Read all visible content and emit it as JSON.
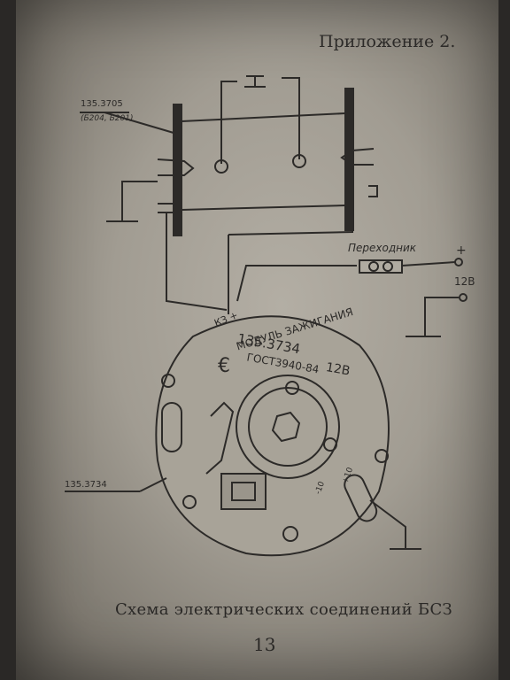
{
  "header": {
    "title": "Приложение 2."
  },
  "diagram": {
    "switch_label": "135.3705",
    "switch_sublabel": "(Б204, Б201)",
    "adapter_label": "Переходник",
    "plus_label": "+",
    "voltage_label": "12В",
    "module": {
      "kz_label": "КЗ +",
      "name": "МОДУЛЬ ЗАЖИГАНИЯ",
      "part_number": "135.3734",
      "voltage": "12В",
      "standard": "ГОСТ3940-84"
    },
    "module_ref_label": "135.3734",
    "scale_minus": "-10",
    "scale_plus": "+10"
  },
  "caption": {
    "text": "Схема электрических соединений БСЗ",
    "page_number": "13"
  }
}
